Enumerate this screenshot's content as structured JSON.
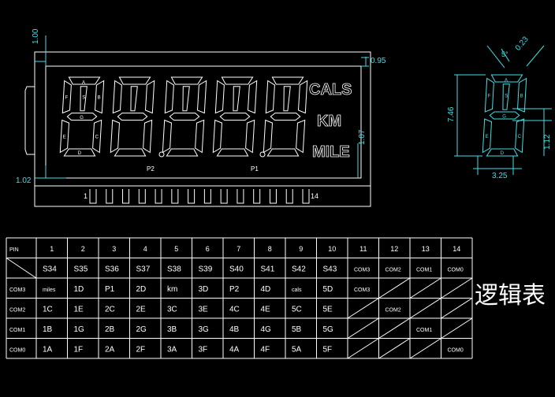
{
  "drawing": {
    "dims": {
      "top": "1.00",
      "right_top": "0.95",
      "bottom_left": "1.02",
      "right_height": "1.07",
      "digit_height": "7.46",
      "digit_width": "3.25",
      "seg_gap": "1.12",
      "seg_width": "0.23",
      "slant": "5°"
    },
    "units": [
      "CALS",
      "KM",
      "MILE"
    ],
    "points": [
      "P2",
      "P1"
    ],
    "pins": {
      "first": "1",
      "last": "14"
    },
    "segment_letters": [
      "A",
      "B",
      "C",
      "D",
      "E",
      "F",
      "G",
      "S"
    ]
  },
  "logic_table": {
    "title": "逻辑表",
    "header_pin": "PIN",
    "columns": [
      "1",
      "2",
      "3",
      "4",
      "5",
      "6",
      "7",
      "8",
      "9",
      "10",
      "11",
      "12",
      "13",
      "14"
    ],
    "rows": [
      {
        "label": "",
        "cells": [
          "S34",
          "S35",
          "S36",
          "S37",
          "S38",
          "S39",
          "S40",
          "S41",
          "S42",
          "S43",
          "COM3",
          "COM2",
          "COM1",
          "COM0"
        ]
      },
      {
        "label": "COM3",
        "cells": [
          "miles",
          "1D",
          "P1",
          "2D",
          "km",
          "3D",
          "P2",
          "4D",
          "cals",
          "5D",
          "COM3",
          "",
          "",
          ""
        ]
      },
      {
        "label": "COM2",
        "cells": [
          "1C",
          "1E",
          "2C",
          "2E",
          "3C",
          "3E",
          "4C",
          "4E",
          "5C",
          "5E",
          "",
          "COM2",
          "",
          ""
        ]
      },
      {
        "label": "COM1",
        "cells": [
          "1B",
          "1G",
          "2B",
          "2G",
          "3B",
          "3G",
          "4B",
          "4G",
          "5B",
          "5G",
          "",
          "",
          "COM1",
          ""
        ]
      },
      {
        "label": "COM0",
        "cells": [
          "1A",
          "1F",
          "2A",
          "2F",
          "3A",
          "3F",
          "4A",
          "4F",
          "5A",
          "5F",
          "",
          "",
          "",
          "COM0"
        ]
      }
    ]
  }
}
